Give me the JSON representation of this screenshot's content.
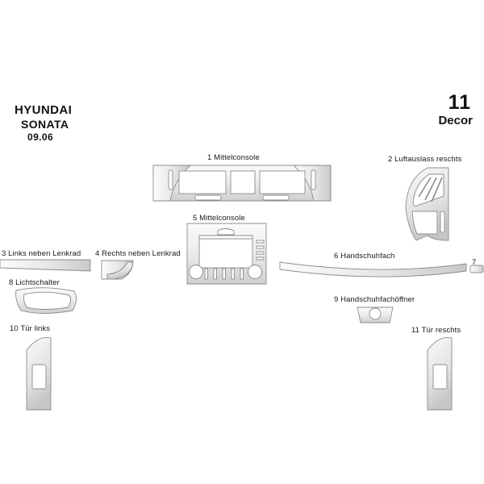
{
  "background_color": "#ffffff",
  "brand": {
    "make": "HYUNDAI",
    "model": "SONATA",
    "date": "09.06"
  },
  "kit": {
    "number": "11",
    "word": "Decor"
  },
  "part_fill_light": "#f2f2f2",
  "part_fill_mid": "#d9d9d9",
  "part_stroke": "#8c8c8c",
  "parts": [
    {
      "id": "1",
      "label": "1  Mittelconsole",
      "name": "part-mittelconsole-upper"
    },
    {
      "id": "2",
      "label": "2  Luftauslass reschts",
      "name": "part-luftauslass-rechts"
    },
    {
      "id": "3",
      "label": "3 Links neben Lenkrad",
      "name": "part-links-neben-lenkrad"
    },
    {
      "id": "4",
      "label": "4  Rechts neben Lenkrad",
      "name": "part-rechts-neben-lenkrad"
    },
    {
      "id": "5",
      "label": "5  Mittelconsole",
      "name": "part-mittelconsole-lower"
    },
    {
      "id": "6",
      "label": "6  Handschuhfach",
      "name": "part-handschuhfach"
    },
    {
      "id": "7",
      "label": "7",
      "name": "part-small-trim"
    },
    {
      "id": "8",
      "label": "8 Lichtschalter",
      "name": "part-lichtschalter"
    },
    {
      "id": "9",
      "label": "9 Handschuhfachöffner",
      "name": "part-handschuhfachoeffner"
    },
    {
      "id": "10",
      "label": "10 Tür links",
      "name": "part-tuer-links"
    },
    {
      "id": "11",
      "label": "11 Tür reschts",
      "name": "part-tuer-rechts"
    }
  ]
}
